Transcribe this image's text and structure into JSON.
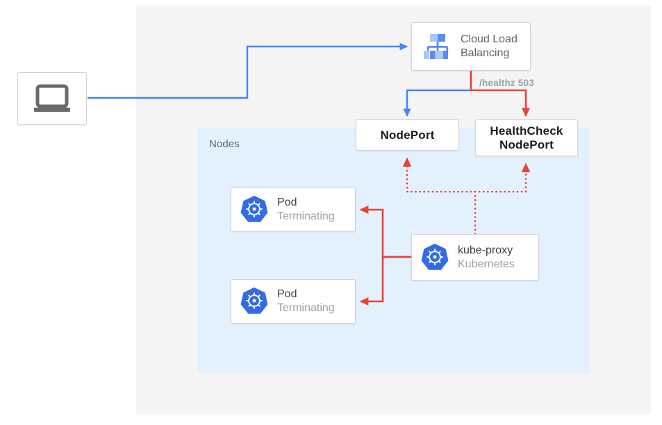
{
  "diagram": {
    "title": "Kubernetes external traffic policy / health check diagram",
    "panels": {
      "outer_label": "",
      "nodes_label": "Nodes"
    },
    "colors": {
      "blue_line": "#4285f4",
      "red_line": "#ea4335",
      "panel_gray": "#f4f4f4",
      "panel_blue": "#e3f0fd",
      "k8s_blue": "#326ce5",
      "text_dark": "#3c4043",
      "text_muted": "#9aa0a6"
    },
    "nodes": {
      "client": {
        "icon": "laptop-icon",
        "label": ""
      },
      "cloud_load_balancing": {
        "icon": "cloud-load-balancing-icon",
        "title": "Cloud Load",
        "subtitle": "Balancing"
      },
      "nodeport": {
        "label": "NodePort"
      },
      "healthcheck_nodeport": {
        "line1": "HealthCheck",
        "line2": "NodePort"
      },
      "pod1": {
        "icon": "kubernetes-icon",
        "title": "Pod",
        "subtitle": "Terminating"
      },
      "pod2": {
        "icon": "kubernetes-icon",
        "title": "Pod",
        "subtitle": "Terminating"
      },
      "kube_proxy": {
        "icon": "kubernetes-icon",
        "title": "kube-proxy",
        "subtitle": "Kubernetes"
      }
    },
    "edges": {
      "healthz_label": "/healthz 503",
      "client_to_lb": {
        "style": "solid",
        "color": "#4285f4"
      },
      "lb_to_nodeport": {
        "style": "solid",
        "color": "#4285f4"
      },
      "lb_to_healthcheck": {
        "style": "solid",
        "color": "#ea4335"
      },
      "kubeproxy_to_ports": {
        "style": "dotted",
        "color": "#ea4335"
      },
      "kubeproxy_to_pods": {
        "style": "solid",
        "color": "#ea4335"
      }
    }
  }
}
